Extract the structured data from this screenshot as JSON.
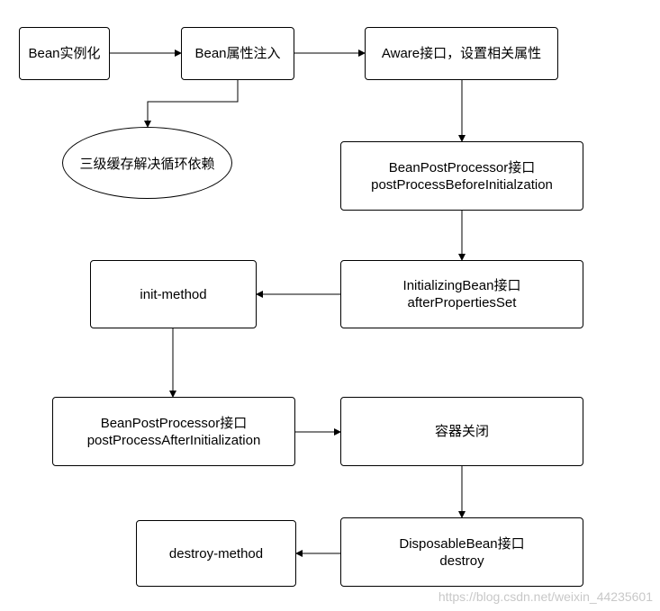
{
  "nodes": {
    "bean_instantiate": "Bean实例化",
    "bean_property_inject": "Bean属性注入",
    "aware": "Aware接口，设置相关属性",
    "three_level_cache": "三级缓存解决循环依赖",
    "bpp_before": [
      "BeanPostProcessor接口",
      "postProcessBeforeInitialzation"
    ],
    "initializing_bean": [
      "InitializingBean接口",
      "afterPropertiesSet"
    ],
    "init_method": "init-method",
    "bpp_after": [
      "BeanPostProcessor接口",
      "postProcessAfterInitialization"
    ],
    "container_close": "容器关闭",
    "disposable_bean": [
      "DisposableBean接口",
      "destroy"
    ],
    "destroy_method": "destroy-method"
  },
  "watermark": "https://blog.csdn.net/weixin_44235601"
}
